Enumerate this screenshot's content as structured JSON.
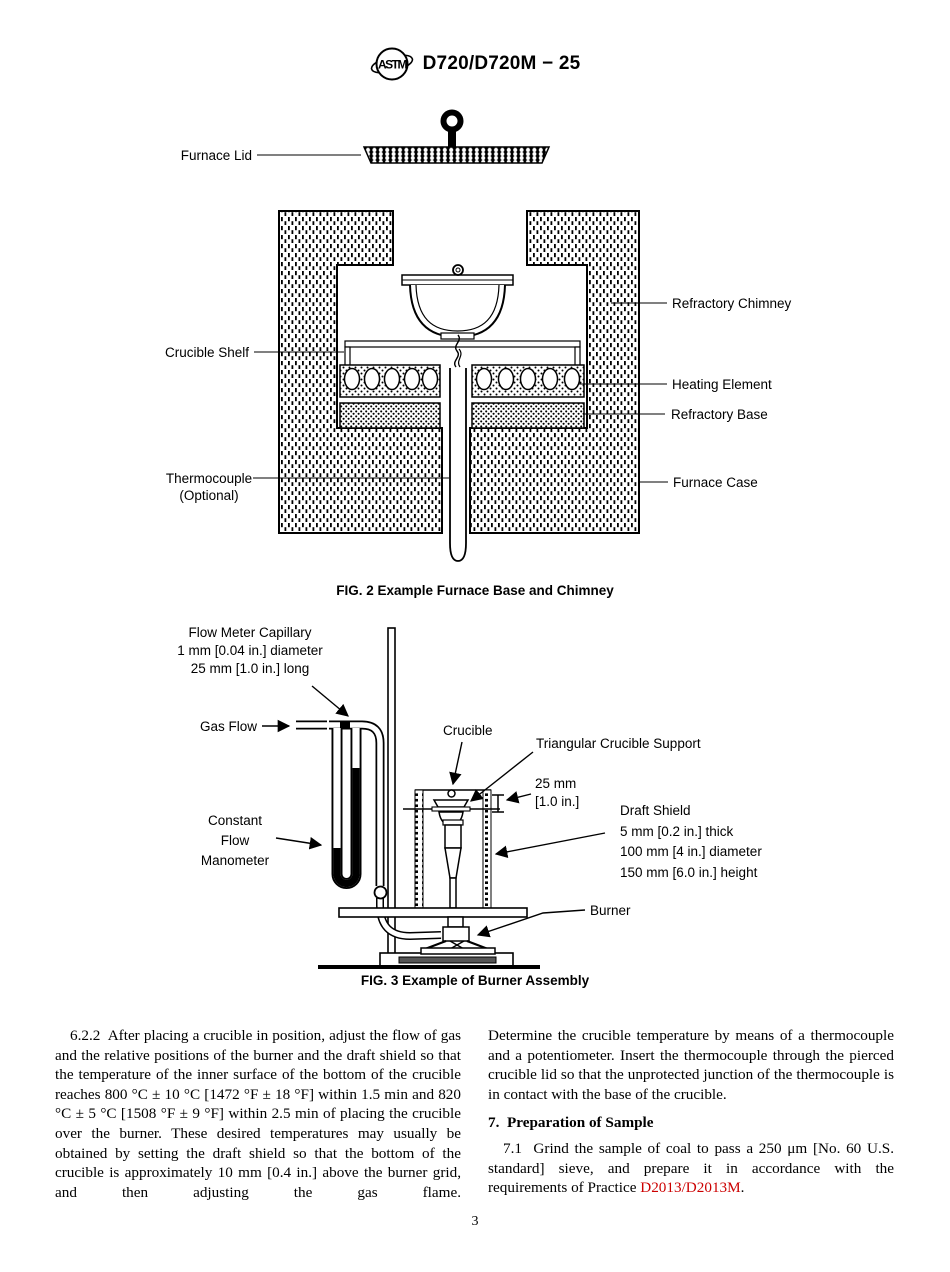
{
  "header": {
    "logo_text": "ASTM",
    "designation": "D720/D720M − 25"
  },
  "fig2": {
    "caption": "FIG. 2  Example Furnace Base and Chimney",
    "labels": {
      "furnace_lid": "Furnace Lid",
      "crucible_shelf": "Crucible Shelf",
      "thermocouple_1": "Thermocouple",
      "thermocouple_2": "(Optional)",
      "refractory_chimney": "Refractory Chimney",
      "heating_element": "Heating Element",
      "refractory_base": "Refractory Base",
      "furnace_case": "Furnace Case"
    }
  },
  "fig3": {
    "caption": "FIG. 3 Example of Burner Assembly",
    "labels": {
      "flow_meter_1": "Flow Meter Capillary",
      "flow_meter_2": "1 mm [0.04 in.] diameter",
      "flow_meter_3": "25 mm [1.0 in.] long",
      "gas_flow": "Gas Flow",
      "crucible": "Crucible",
      "tri_support": "Triangular Crucible Support",
      "dim_1": "25 mm",
      "dim_2": "[1.0 in.]",
      "draft_shield_1": "Draft Shield",
      "draft_shield_2": "5 mm [0.2 in.] thick",
      "draft_shield_3": "100 mm [4 in.] diameter",
      "draft_shield_4": "150 mm [6.0 in.] height",
      "constant_1": "Constant",
      "constant_2": "Flow",
      "constant_3": "Manometer",
      "burner": "Burner"
    }
  },
  "body": {
    "para_622": "6.2.2  After placing a crucible in position, adjust the flow of gas and the relative positions of the burner and the draft shield so that the temperature of the inner surface of the bottom of the crucible reaches 800 °C ± 10 °C [1472 °F ± 18 °F] within 1.5 min and 820 °C ± 5 °C [1508 °F ± 9 °F] within 2.5 min of placing the crucible over the burner. These desired temperatures may usually be obtained by setting the draft shield so that the bottom of the crucible is approximately 10 mm [0.4 in.] above the burner grid, and then adjusting the gas flame.",
    "para_cont": "Determine the crucible temperature by means of a thermocouple and a potentiometer. Insert the thermocouple through the pierced crucible lid so that the unprotected junction of the thermocouple is in contact with the base of the crucible.",
    "section7_heading": "7.  Preparation of Sample",
    "para_71_before": "7.1  Grind the sample of coal to pass a 250 μm [No. 60 U.S. standard] sieve, and prepare it in accordance with the requirements of Practice ",
    "para_71_link": "D2013/D2013M",
    "para_71_after": "."
  },
  "footer": {
    "page_number": "3"
  }
}
